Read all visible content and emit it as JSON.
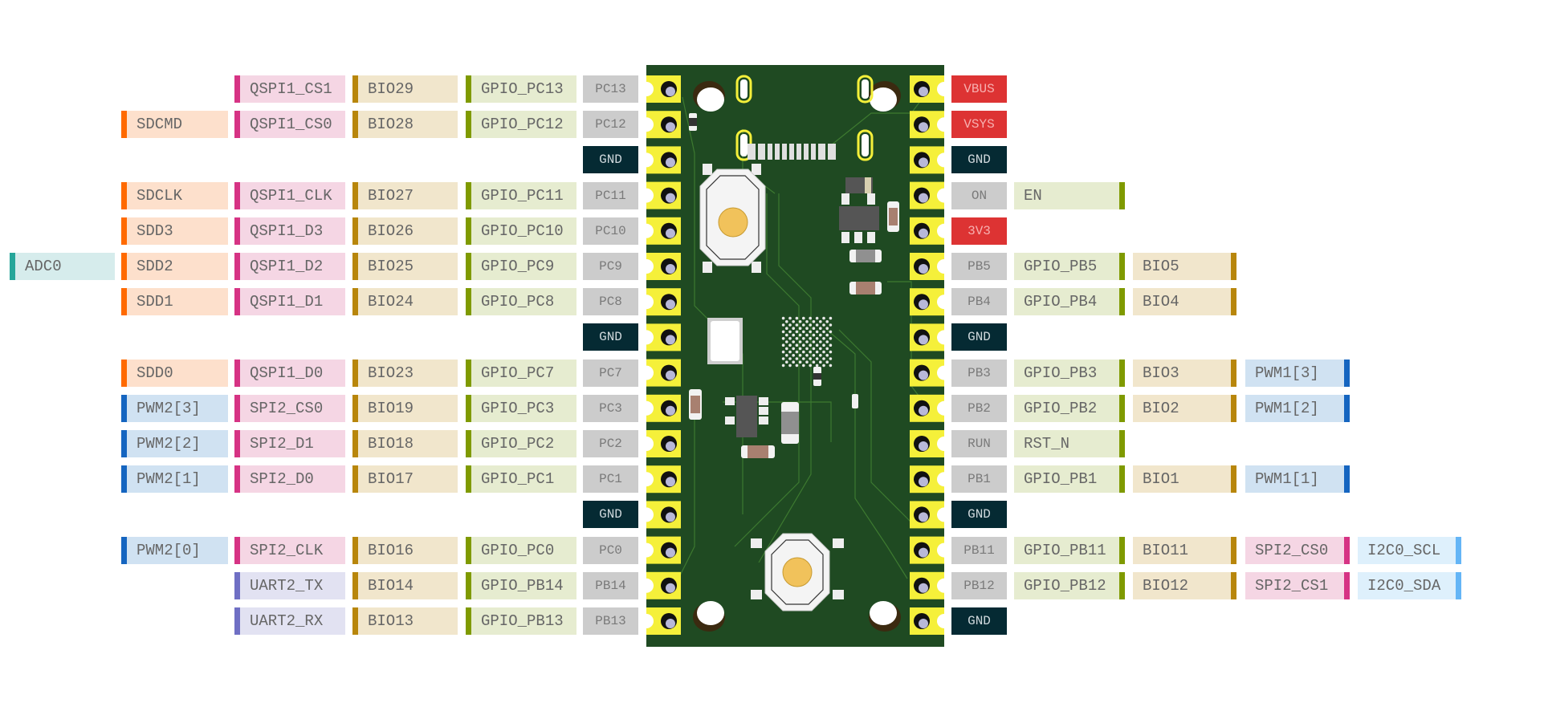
{
  "title": "Board pinout diagram",
  "colors": {
    "sd": {
      "bg": "#fde0cc",
      "bar": "#ff6a00"
    },
    "qspi": {
      "bg": "#f5d6e4",
      "bar": "#d63384"
    },
    "spi": {
      "bg": "#f5d6e4",
      "bar": "#d63384"
    },
    "uart": {
      "bg": "#e2e2f2",
      "bar": "#6f6fc4"
    },
    "bio": {
      "bg": "#f1e6cc",
      "bar": "#b8860b"
    },
    "gpio": {
      "bg": "#e6ecd0",
      "bar": "#7f9a00"
    },
    "pwm": {
      "bg": "#d0e2f2",
      "bar": "#1565c0"
    },
    "adc": {
      "bg": "#d6ecec",
      "bar": "#26a69a"
    },
    "i2c": {
      "bg": "#def0fc",
      "bar": "#64b5f6"
    },
    "en": {
      "bg": "#e6ecd0",
      "bar": "#7f9a00"
    }
  },
  "left_pins": [
    {
      "pin": "PC13",
      "type": "gpio",
      "funcs": {
        "gpio": "GPIO_PC13",
        "bio": "BIO29",
        "qspi": "QSPI1_CS1"
      }
    },
    {
      "pin": "PC12",
      "type": "gpio",
      "funcs": {
        "gpio": "GPIO_PC12",
        "bio": "BIO28",
        "qspi": "QSPI1_CS0",
        "sd": "SDCMD"
      }
    },
    {
      "pin": "GND",
      "type": "gnd",
      "funcs": {}
    },
    {
      "pin": "PC11",
      "type": "gpio",
      "funcs": {
        "gpio": "GPIO_PC11",
        "bio": "BIO27",
        "qspi": "QSPI1_CLK",
        "sd": "SDCLK"
      }
    },
    {
      "pin": "PC10",
      "type": "gpio",
      "funcs": {
        "gpio": "GPIO_PC10",
        "bio": "BIO26",
        "qspi": "QSPI1_D3",
        "sd": "SDD3"
      }
    },
    {
      "pin": "PC9",
      "type": "gpio",
      "funcs": {
        "gpio": "GPIO_PC9",
        "bio": "BIO25",
        "qspi": "QSPI1_D2",
        "sd": "SDD2",
        "adc": "ADC0"
      }
    },
    {
      "pin": "PC8",
      "type": "gpio",
      "funcs": {
        "gpio": "GPIO_PC8",
        "bio": "BIO24",
        "qspi": "QSPI1_D1",
        "sd": "SDD1"
      }
    },
    {
      "pin": "GND",
      "type": "gnd",
      "funcs": {}
    },
    {
      "pin": "PC7",
      "type": "gpio",
      "funcs": {
        "gpio": "GPIO_PC7",
        "bio": "BIO23",
        "qspi": "QSPI1_D0",
        "sd": "SDD0"
      }
    },
    {
      "pin": "PC3",
      "type": "gpio",
      "funcs": {
        "gpio": "GPIO_PC3",
        "bio": "BIO19",
        "spi": "SPI2_CS0",
        "pwm": "PWM2[3]"
      }
    },
    {
      "pin": "PC2",
      "type": "gpio",
      "funcs": {
        "gpio": "GPIO_PC2",
        "bio": "BIO18",
        "spi": "SPI2_D1",
        "pwm": "PWM2[2]"
      }
    },
    {
      "pin": "PC1",
      "type": "gpio",
      "funcs": {
        "gpio": "GPIO_PC1",
        "bio": "BIO17",
        "spi": "SPI2_D0",
        "pwm": "PWM2[1]"
      }
    },
    {
      "pin": "GND",
      "type": "gnd",
      "funcs": {}
    },
    {
      "pin": "PC0",
      "type": "gpio",
      "funcs": {
        "gpio": "GPIO_PC0",
        "bio": "BIO16",
        "spi": "SPI2_CLK",
        "pwm": "PWM2[0]"
      }
    },
    {
      "pin": "PB14",
      "type": "gpio",
      "funcs": {
        "gpio": "GPIO_PB14",
        "bio": "BIO14",
        "uart": "UART2_TX"
      }
    },
    {
      "pin": "PB13",
      "type": "gpio",
      "funcs": {
        "gpio": "GPIO_PB13",
        "bio": "BIO13",
        "uart": "UART2_RX"
      }
    }
  ],
  "right_pins": [
    {
      "pin": "VBUS",
      "type": "pwr",
      "funcs": {}
    },
    {
      "pin": "VSYS",
      "type": "pwr",
      "funcs": {}
    },
    {
      "pin": "GND",
      "type": "gnd",
      "funcs": {}
    },
    {
      "pin": "ON",
      "type": "ctl",
      "funcs": {
        "en": "EN"
      }
    },
    {
      "pin": "3V3",
      "type": "pwr",
      "funcs": {}
    },
    {
      "pin": "PB5",
      "type": "gpio",
      "funcs": {
        "gpio": "GPIO_PB5",
        "bio": "BIO5"
      }
    },
    {
      "pin": "PB4",
      "type": "gpio",
      "funcs": {
        "gpio": "GPIO_PB4",
        "bio": "BIO4"
      }
    },
    {
      "pin": "GND",
      "type": "gnd",
      "funcs": {}
    },
    {
      "pin": "PB3",
      "type": "gpio",
      "funcs": {
        "gpio": "GPIO_PB3",
        "bio": "BIO3",
        "pwm": "PWM1[3]"
      }
    },
    {
      "pin": "PB2",
      "type": "gpio",
      "funcs": {
        "gpio": "GPIO_PB2",
        "bio": "BIO2",
        "pwm": "PWM1[2]"
      }
    },
    {
      "pin": "RUN",
      "type": "ctl",
      "funcs": {
        "en": "RST_N"
      }
    },
    {
      "pin": "PB1",
      "type": "gpio",
      "funcs": {
        "gpio": "GPIO_PB1",
        "bio": "BIO1",
        "pwm": "PWM1[1]"
      }
    },
    {
      "pin": "GND",
      "type": "gnd",
      "funcs": {}
    },
    {
      "pin": "PB11",
      "type": "gpio",
      "funcs": {
        "gpio": "GPIO_PB11",
        "bio": "BIO11",
        "spi": "SPI2_CS0",
        "i2c": "I2C0_SCL"
      }
    },
    {
      "pin": "PB12",
      "type": "gpio",
      "funcs": {
        "gpio": "GPIO_PB12",
        "bio": "BIO12",
        "spi": "SPI2_CS1",
        "i2c": "I2C0_SDA"
      }
    },
    {
      "pin": "GND",
      "type": "gnd",
      "funcs": {}
    }
  ],
  "board": {
    "pcb_color": "#1f4a22",
    "pad_color": "#f5f03a",
    "buttons": [
      "boot-button",
      "reset-button"
    ]
  }
}
